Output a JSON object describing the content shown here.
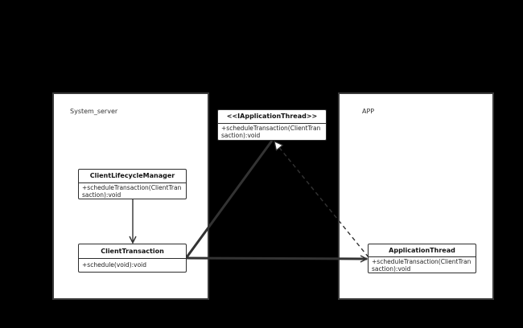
{
  "containers": {
    "system_server": {
      "label": "System_server"
    },
    "app": {
      "label": "APP"
    }
  },
  "classes": {
    "iapplication_thread": {
      "name": "<<IApplicationThread>>",
      "method_line1": "+scheduleTransaction(ClientTran",
      "method_line2": "saction):void"
    },
    "client_lifecycle_manager": {
      "name": "ClientLifecycleManager",
      "method_line1": "+scheduleTransaction(ClientTran",
      "method_line2": "saction):void"
    },
    "client_transaction": {
      "name": "ClientTransaction",
      "method_line1": "+schedule(void):void"
    },
    "application_thread": {
      "name": "ApplicationThread",
      "method_line1": "+scheduleTransaction(ClientTran",
      "method_line2": "saction):void"
    }
  },
  "relations": [
    {
      "from": "client_lifecycle_manager",
      "to": "client_transaction",
      "style": "solid",
      "head": "open-arrow"
    },
    {
      "from": "client_transaction",
      "to": "iapplication_thread",
      "style": "solid",
      "head": "none"
    },
    {
      "from": "client_transaction",
      "to": "application_thread",
      "style": "solid",
      "head": "open-arrow"
    },
    {
      "from": "application_thread",
      "to": "iapplication_thread",
      "style": "dashed",
      "head": "hollow-triangle"
    }
  ],
  "colors": {
    "background": "#000000",
    "container_fill": "#ffffff",
    "line": "#333333"
  }
}
